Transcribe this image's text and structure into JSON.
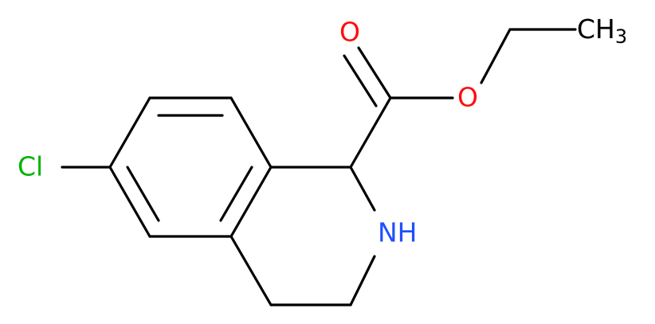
{
  "structure": {
    "atoms": {
      "chlorine": {
        "text": "Cl",
        "color": "#00B400"
      },
      "nitrogen": {
        "text": "NH",
        "color": "#1E50FF"
      },
      "carbonyl_oxygen": {
        "text": "O",
        "color": "#FF0D0D"
      },
      "ester_oxygen": {
        "text": "O",
        "color": "#FF0D0D"
      },
      "methyl": {
        "text": "CH",
        "subscript": "3",
        "color": "#000000"
      }
    },
    "bond_color": "#000000"
  }
}
